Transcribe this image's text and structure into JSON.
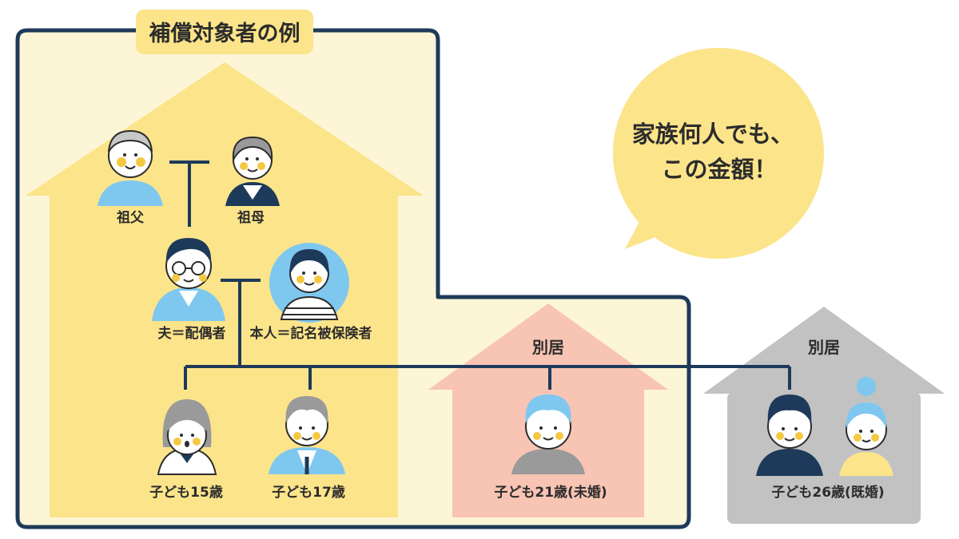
{
  "title": "補償対象者の例",
  "speech": {
    "line1": "家族何人でも、",
    "line2": "この金額！"
  },
  "members": {
    "grandfather": "祖父",
    "grandmother": "祖母",
    "husband": "夫＝配偶者",
    "self": "本人＝記名被保険者",
    "child15": "子ども15歳",
    "child17": "子ども17歳",
    "child21": "子ども21歳(未婚)",
    "child26": "子ども26歳(既婚)"
  },
  "separate_label_1": "別居",
  "separate_label_2": "別居",
  "colors": {
    "frame": "#1e3a5a",
    "frame_fill": "#fdf6d6",
    "house_main": "#fce48a",
    "house_separate_1": "#f8c4b3",
    "house_separate_2": "#c2c2c2",
    "speech": "#fce48a",
    "title_tag": "#fce48a",
    "line": "#1e3a5a"
  }
}
